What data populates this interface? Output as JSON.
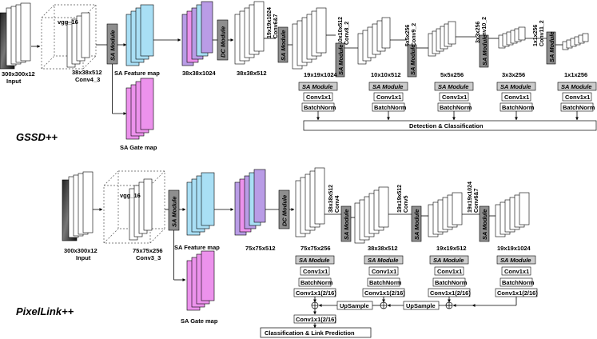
{
  "gssd": {
    "title": "GSSD++",
    "input_label": "300x300x12",
    "input_sub": "Input",
    "vgg_label": "vgg_16",
    "conv_label": "38x38x512",
    "conv_sub": "Conv4_3",
    "sa_module": "SA Module",
    "sa_feature": "SA Feature map",
    "sa_gate": "SA Gate map",
    "concat_label": "38x38x1024",
    "dc_module": "DC Module",
    "dc_out": "38x38x512",
    "conv67_size": "19x19x1024",
    "conv67_name": "Conv6&7",
    "conv8_size": "10x10x512",
    "conv8_name": "Conv8_2",
    "conv9_size": "5x5x256",
    "conv9_name": "Conv9_2",
    "conv10_size": "3x3x256",
    "conv10_name": "Conv10_2",
    "conv11_size": "1x1x256",
    "conv11_name": "Conv11_2",
    "feat_labels": [
      "19x19x1024",
      "10x10x512",
      "5x5x256",
      "3x3x256",
      "1x1x256"
    ],
    "head_sa": "SA Module",
    "head_conv": "Conv1x1",
    "head_bn": "BatchNorm",
    "detection": "Detection & Classification"
  },
  "pixellink": {
    "title": "PixelLink++",
    "input_label": "300x300x12",
    "input_sub": "Input",
    "vgg_label": "vgg_16",
    "conv_label": "75x75x256",
    "conv_sub": "Conv3_3",
    "sa_module": "SA Module",
    "sa_feature": "SA Feature map",
    "sa_gate": "SA Gate map",
    "concat_label": "75x75x512",
    "dc_module": "DC Module",
    "dc_out": "75x75x256",
    "conv4_size": "38x38x512",
    "conv4_name": "Conv4",
    "conv4_out": "38x38x512",
    "conv5_size": "19x19x512",
    "conv5_name": "Conv5",
    "conv5_out": "19x19x512",
    "conv67_size": "19x19x1024",
    "conv67_name": "Conv6&7",
    "conv67_out": "19x19x1024",
    "head_sa": "SA Module",
    "head_conv": "Conv1x1",
    "head_bn": "BatchNorm",
    "head_conv216": "Conv1x1(2/16)",
    "upsample": "UpSample",
    "final_conv": "Conv1x1(2/16)",
    "classification": "Classification &  Link Prediction"
  },
  "colors": {
    "feature_blue": "#a9dff5",
    "gate_pink": "#ec92ec",
    "concat_purple": "#b99ce6",
    "module_gray": "#8e8e8e"
  }
}
